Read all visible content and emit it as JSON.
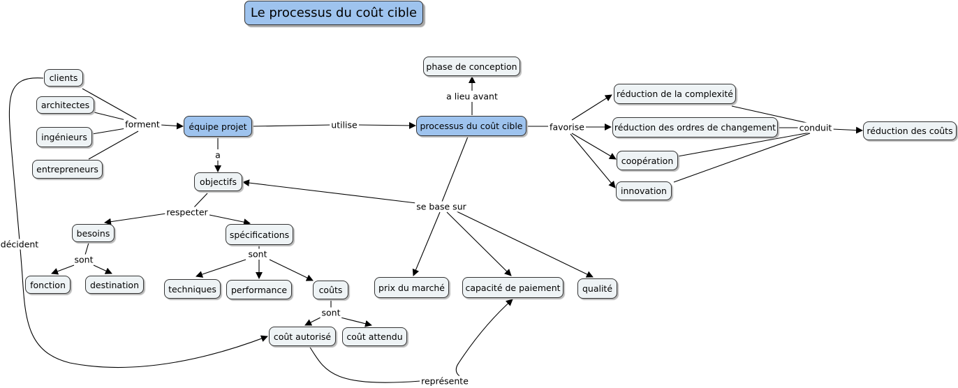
{
  "title": "Le processus du coût cible",
  "nodes": {
    "clients": "clients",
    "architectes": "architectes",
    "ingenieurs": "ingénieurs",
    "entrepreneurs": "entrepreneurs",
    "equipe_projet": "équipe projet",
    "objectifs": "objectifs",
    "besoins": "besoins",
    "specifications": "spécifications",
    "fonction": "fonction",
    "destination": "destination",
    "techniques": "techniques",
    "performance": "performance",
    "couts": "coûts",
    "cout_autorise": "coût autorisé",
    "cout_attendu": "coût attendu",
    "processus_cout_cible": "processus du coût cible",
    "phase_conception": "phase de conception",
    "prix_marche": "prix du marché",
    "capacite_paiement": "capacité de paiement",
    "qualite": "qualité",
    "reduction_complexite": "réduction de la complexité",
    "reduction_ordres": "réduction des ordres de changement",
    "cooperation": "coopération",
    "innovation": "innovation",
    "reduction_couts": "réduction des coûts"
  },
  "links": {
    "forment": "forment",
    "a": "a",
    "respecter": "respecter",
    "sont_besoins": "sont",
    "sont_specifications": "sont",
    "sont_couts": "sont",
    "utilise": "utilise",
    "a_lieu_avant": "a lieu avant",
    "se_base_sur": "se base sur",
    "favorise": "favorise",
    "conduit": "conduit",
    "decident": "décident",
    "represente": "représente"
  }
}
